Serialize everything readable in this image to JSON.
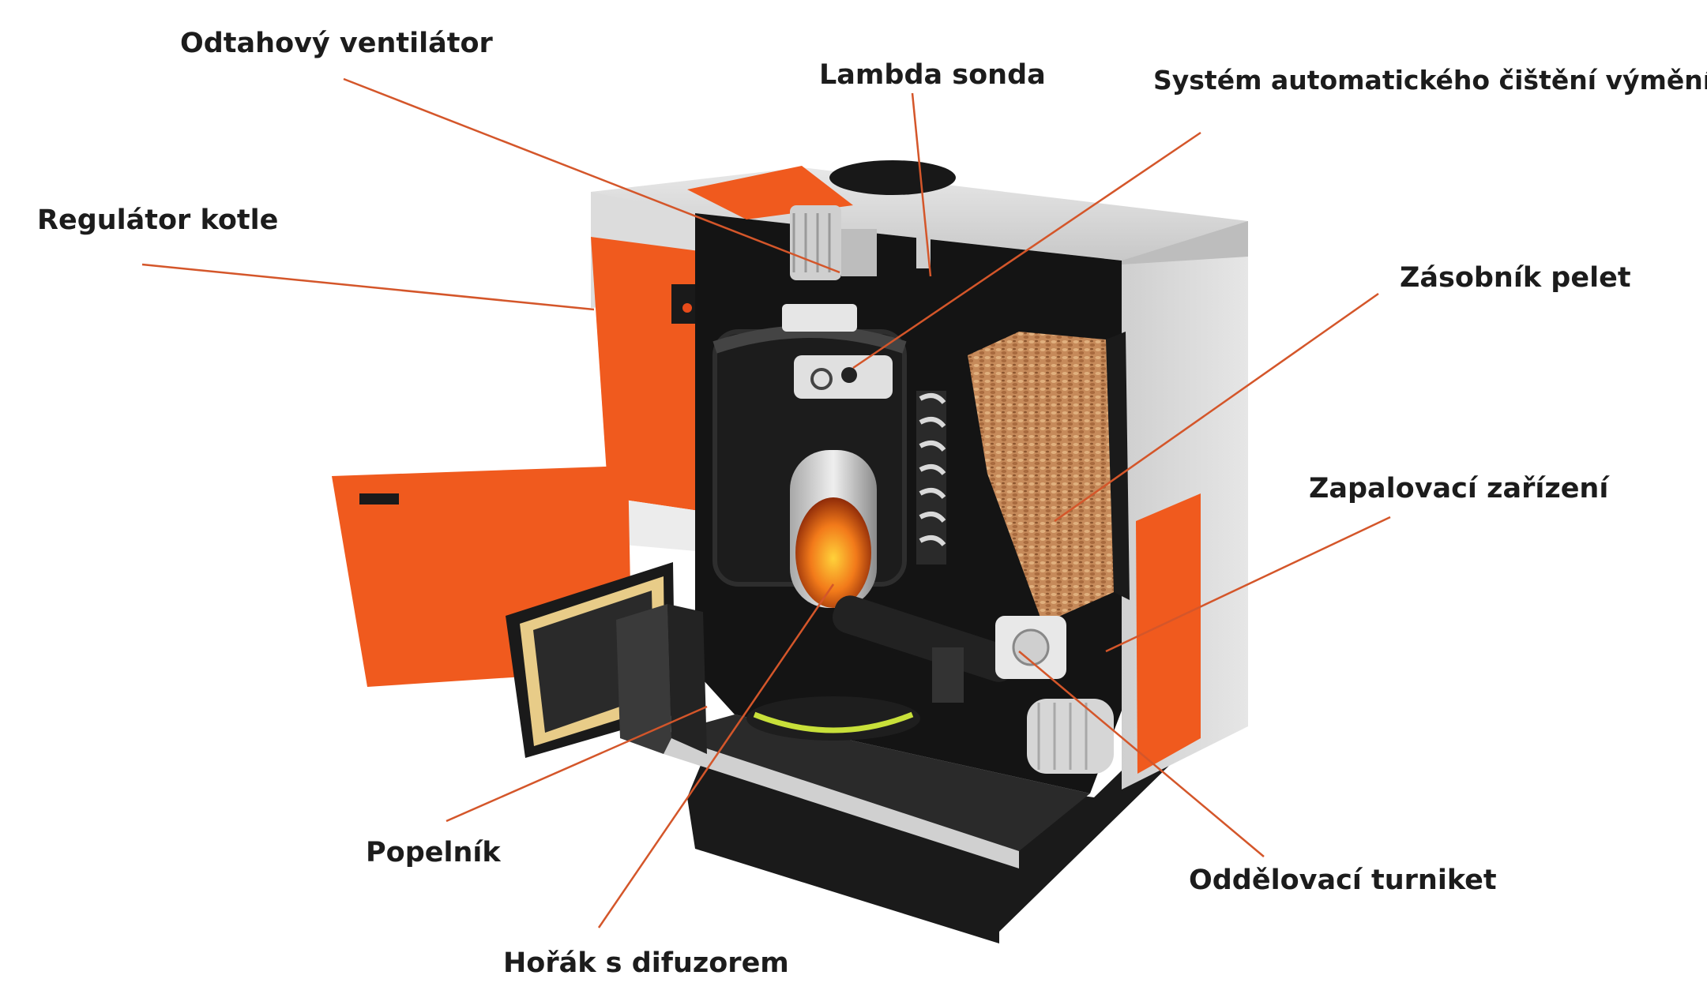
{
  "labels": {
    "odtahovy_ventilator": "Odtahový ventilátor",
    "lambda_sonda": "Lambda sonda",
    "system_cisteni": "Systém automatického čištění výměníku",
    "regulator_kotle": "Regulátor kotle",
    "zasobnik_pelet": "Zásobník pelet",
    "zapalovaci_zarizeni": "Zapalovací zařízení",
    "popelnik": "Popelník",
    "oddelovaci_turniket": "Oddělovací turniket",
    "horak_s_difuzorem": "Hořák s difuzorem"
  },
  "colors": {
    "leader_line": "#d4562a",
    "casing_orange": "#f05a1e",
    "casing_grey": "#d9d9d9",
    "interior_dark": "#141414",
    "pellet": "#c68a5a",
    "flame": "#f27a1a"
  },
  "icons": {
    "boiler": "pellet-boiler-cutaway-illustration"
  }
}
